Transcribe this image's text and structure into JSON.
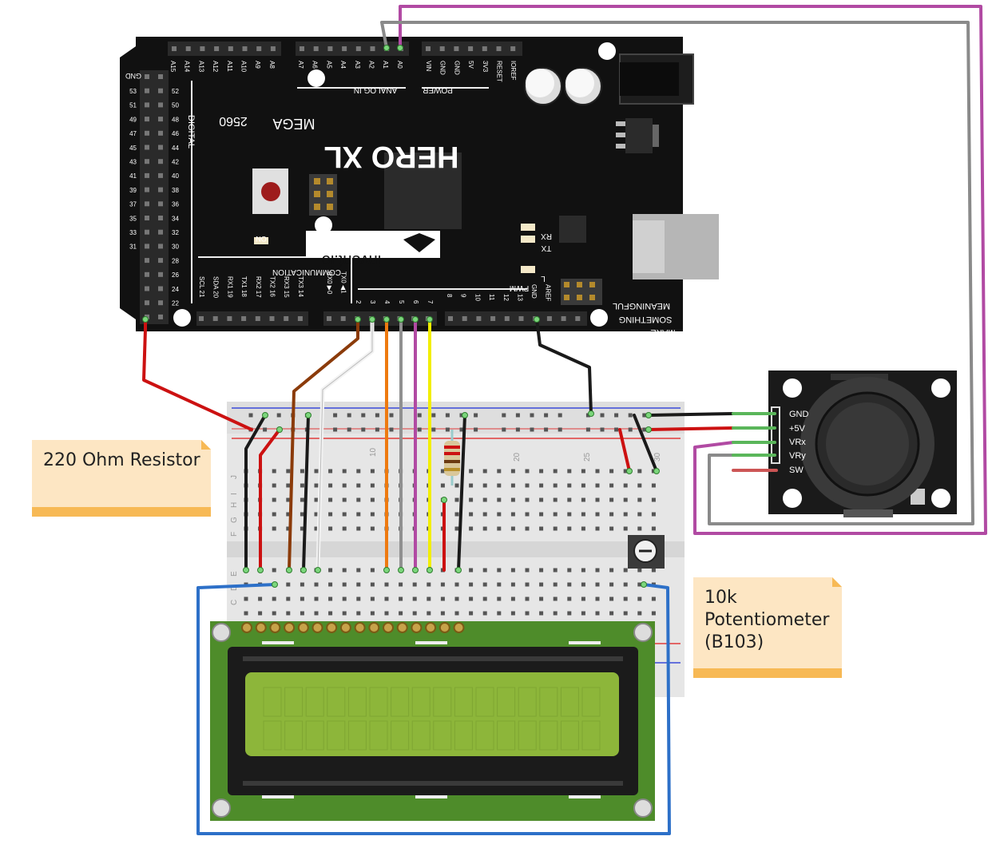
{
  "board": {
    "brand": "HERO XL",
    "model_mega": "MEGA",
    "model_2560": "2560",
    "logo_text": "invent.io",
    "header_analog": "ANALOG IN",
    "header_power": "POWER",
    "header_digital": "DIGITAL",
    "header_communication": "COMMUNICATION",
    "header_pwm": "PWM",
    "slogan_make": "MAKE",
    "slogan_something": "SOMETHING",
    "slogan_meaningful": "MEANINGFUL",
    "led_rx": "RX",
    "led_tx": "TX",
    "led_l": "L",
    "led_on": "ON",
    "analog_pins": [
      "A15",
      "A14",
      "A13",
      "A12",
      "A11",
      "A10",
      "A9",
      "A8",
      "A7",
      "A6",
      "A5",
      "A4",
      "A3",
      "A2",
      "A1",
      "A0"
    ],
    "power_pins": [
      "VIN",
      "GND",
      "GND",
      "5V",
      "3V3",
      "RESET",
      "IOREF"
    ],
    "pwm_pins": [
      "2",
      "3",
      "4",
      "5",
      "6",
      "7",
      "8",
      "9",
      "10",
      "11",
      "12",
      "13",
      "GND",
      "AREF"
    ],
    "comm_pins": [
      "SCL 21",
      "SDA 20",
      "RX1 19",
      "TX1 18",
      "RX2 17",
      "TX2 16",
      "RX3 15",
      "TX3 14",
      "RX0 ▶0",
      "TX0 ◀1"
    ],
    "digital_left": [
      "53",
      "51",
      "49",
      "47",
      "45",
      "43",
      "41",
      "39",
      "37",
      "35",
      "33",
      "31"
    ],
    "digital_right": [
      "52",
      "50",
      "48",
      "46",
      "44",
      "42",
      "40",
      "38",
      "36",
      "34",
      "32",
      "30",
      "28",
      "26",
      "24",
      "22"
    ],
    "gnd_label": "GND",
    "v5_label": "5V"
  },
  "breadboard": {
    "col_labels": [
      "10",
      "20",
      "25",
      "30"
    ],
    "row_labels_top": [
      "J",
      "I",
      "H",
      "G",
      "F"
    ],
    "row_labels_bottom": [
      "E",
      "D",
      "C"
    ]
  },
  "joystick": {
    "pins": [
      "GND",
      "+5V",
      "VRx",
      "VRy",
      "SW"
    ]
  },
  "notes": [
    {
      "text": "220 Ohm Resistor"
    },
    {
      "text": "10k Potentiometer (B103)"
    }
  ],
  "colors": {
    "board": "#111111",
    "breadboard": "#e8e8e8",
    "lcd_pcb": "#4e8c2a",
    "lcd_screen": "#8db63a",
    "joystick_pcb": "#1a1a1a",
    "note_bg": "#fde6c3",
    "note_edge": "#f7b955",
    "wire_red": "#cc1111",
    "wire_black": "#1a1a1a",
    "wire_brown": "#8b3b0a",
    "wire_white": "#f2f2f2",
    "wire_orange": "#ee7a10",
    "wire_grey": "#909090",
    "wire_purple": "#b14aa3",
    "wire_yellow": "#f2ee00",
    "wire_green": "#5ab65a",
    "wire_blue": "#2d70c8"
  }
}
